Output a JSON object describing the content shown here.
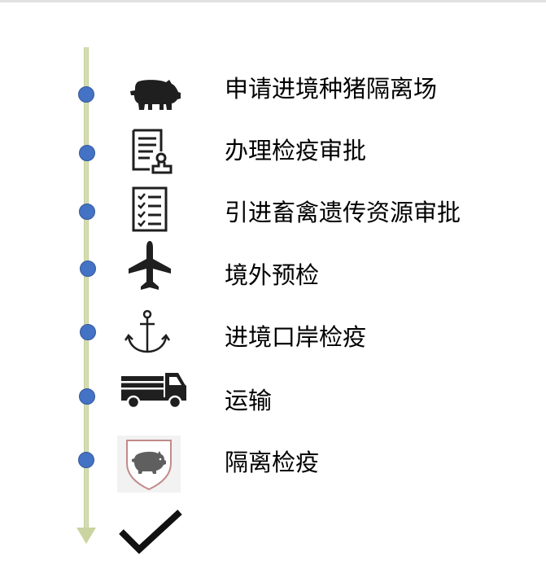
{
  "steps": [
    {
      "label": "申请进境种猪隔离场",
      "icon": "pig-icon"
    },
    {
      "label": "办理检疫审批",
      "icon": "document-stamp-icon"
    },
    {
      "label": "引进畜禽遗传资源审批",
      "icon": "checklist-icon"
    },
    {
      "label": "境外预检",
      "icon": "airplane-icon"
    },
    {
      "label": "进境口岸检疫",
      "icon": "anchor-icon"
    },
    {
      "label": "运输",
      "icon": "truck-icon"
    },
    {
      "label": "隔离检疫",
      "icon": "pig-shield-icon"
    }
  ],
  "final_icon": "checkmark-icon",
  "colors": {
    "dot": "#4472c4",
    "timeline": "#d4ddb2",
    "icon": "#1f1f1f",
    "shield_border": "#c08a8a",
    "shield_pig": "#5f5f5f"
  }
}
